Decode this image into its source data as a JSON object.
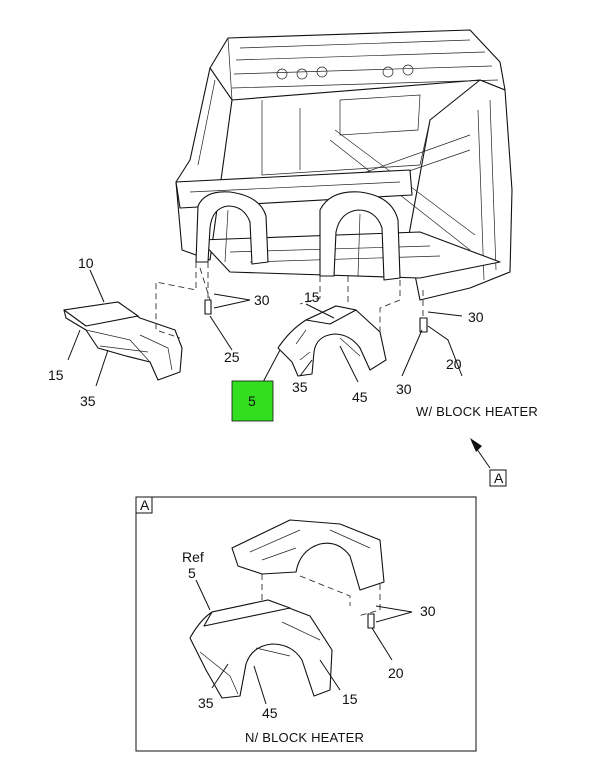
{
  "callouts": {
    "c10": "10",
    "c15_left": "15",
    "c35_left": "35",
    "c30_top_left": "30",
    "c25": "25",
    "c5_highlight": "5",
    "c15_mid": "15",
    "c35_mid": "35",
    "c45_mid": "45",
    "c30_right": "30",
    "c30_lower": "30",
    "c20": "20",
    "w_block_heater": "W/ BLOCK HEATER",
    "view_ref_a": "A"
  },
  "detail_a": {
    "frame_label": "A",
    "ref": "Ref",
    "ref_5": "5",
    "c30": "30",
    "c20": "20",
    "c35": "35",
    "c45": "45",
    "c15": "15",
    "caption": "N/ BLOCK HEATER"
  },
  "colors": {
    "highlight": "#33dd1f",
    "line": "#111111"
  }
}
